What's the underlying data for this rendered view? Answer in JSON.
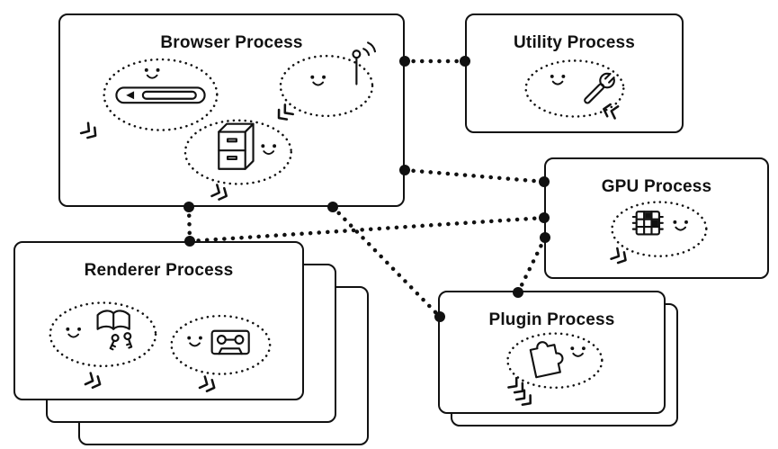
{
  "diagram": {
    "nodes": [
      {
        "id": "browser",
        "title": "Browser Process",
        "stack_count": 1,
        "icons": [
          "browser-toolbar-icon",
          "antenna-icon",
          "file-cabinet-icon"
        ]
      },
      {
        "id": "utility",
        "title": "Utility Process",
        "stack_count": 1,
        "icons": [
          "wrench-icon"
        ]
      },
      {
        "id": "gpu",
        "title": "GPU Process",
        "stack_count": 1,
        "icons": [
          "gpu-chip-icon"
        ]
      },
      {
        "id": "renderer",
        "title": "Renderer Process",
        "stack_count": 3,
        "icons": [
          "book-and-keys-icon",
          "cassette-icon"
        ]
      },
      {
        "id": "plugin",
        "title": "Plugin Process",
        "stack_count": 2,
        "icons": [
          "puzzle-piece-icon"
        ]
      }
    ],
    "connections": [
      {
        "from": "Browser Process",
        "to": "Utility Process"
      },
      {
        "from": "Browser Process",
        "to": "GPU Process"
      },
      {
        "from": "Browser Process",
        "to": "Renderer Process"
      },
      {
        "from": "Browser Process",
        "to": "Plugin Process"
      },
      {
        "from": "Renderer Process",
        "to": "GPU Process"
      },
      {
        "from": "Plugin Process",
        "to": "GPU Process"
      }
    ],
    "colors": {
      "ink": "#111111",
      "background": "#ffffff"
    }
  }
}
